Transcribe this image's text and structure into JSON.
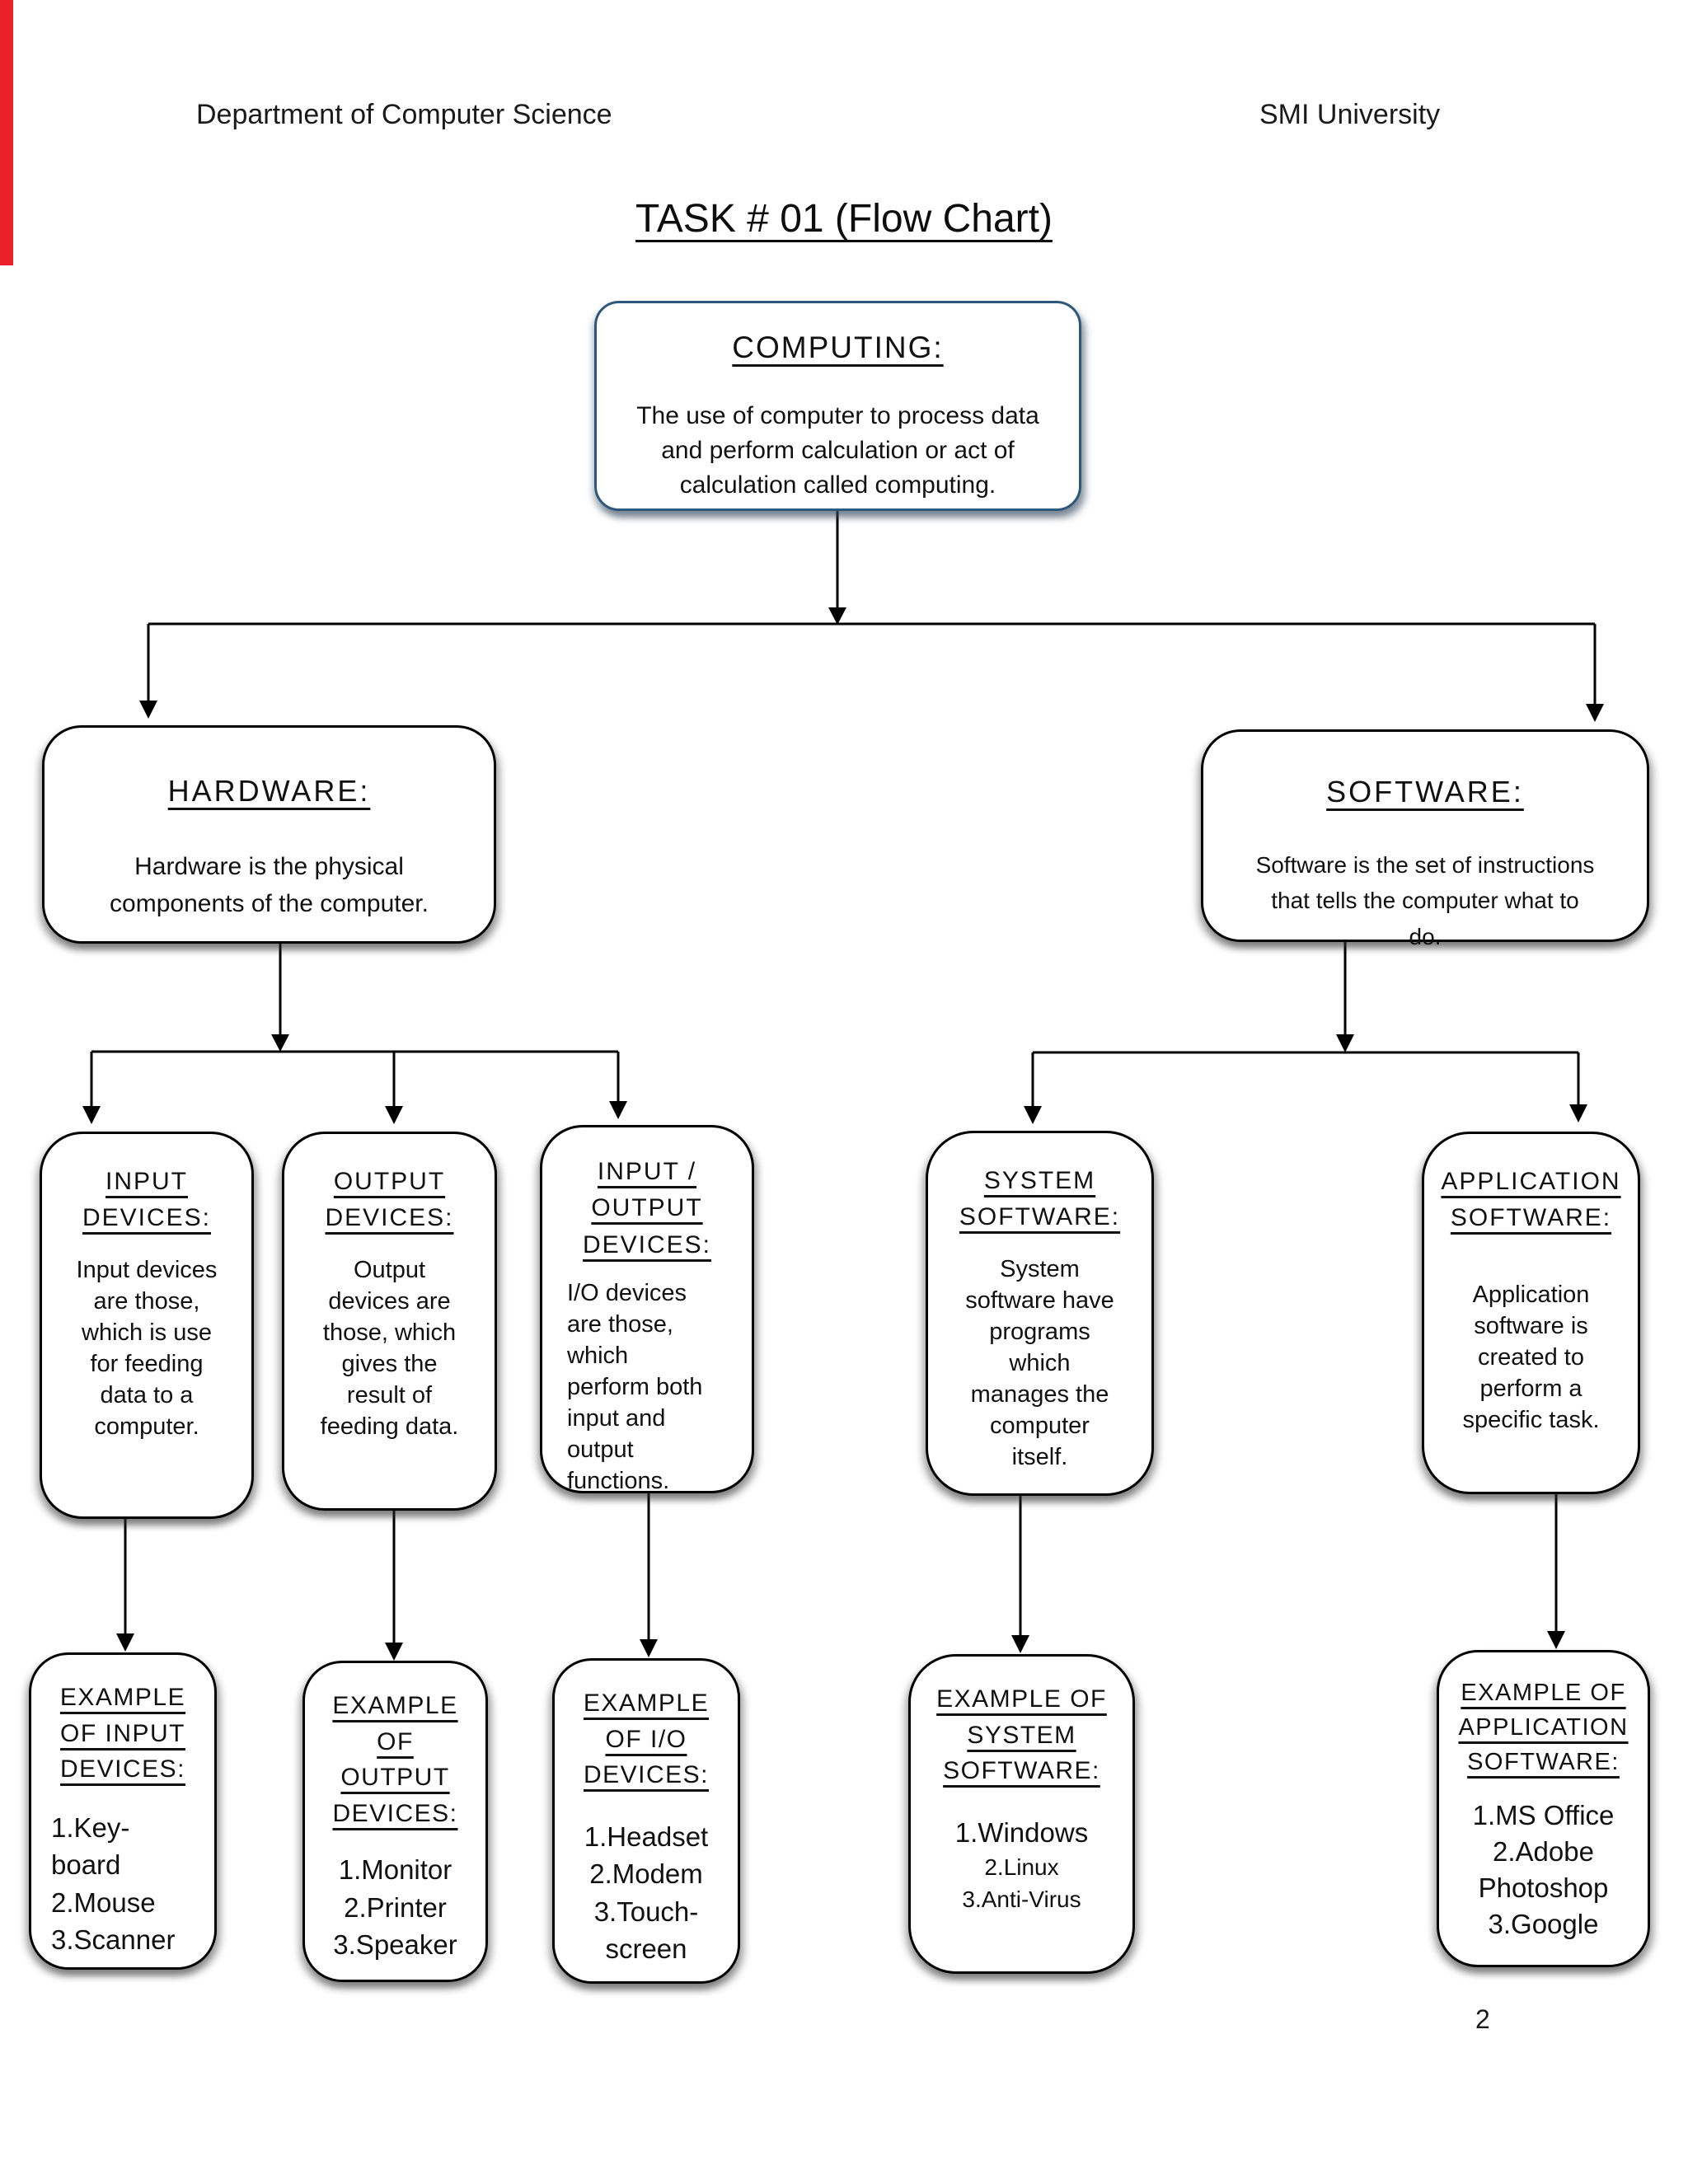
{
  "page": {
    "header_left": "Department of Computer Science",
    "header_right": "SMI University",
    "title": "TASK # 01 (Flow Chart)",
    "page_number": "2",
    "accent_bar_color": "#ec2127",
    "computing_border_color": "#2e587a",
    "box_border_color": "#000000"
  },
  "nodes": {
    "computing": {
      "heading": "COMPUTING:",
      "body": "The use of computer to process data\nand perform calculation or act of\ncalculation called computing."
    },
    "hardware": {
      "heading": "HARDWARE:",
      "body": "Hardware is the physical\ncomponents of the computer."
    },
    "software": {
      "heading": "SOFTWARE:",
      "body": "Software is the set of instructions\nthat tells the computer what to\ndo."
    },
    "input_devices": {
      "heading": "INPUT\nDEVICES:",
      "body": "Input devices\nare those,\nwhich is use\nfor feeding\ndata to a\ncomputer."
    },
    "output_devices": {
      "heading": "OUTPUT\nDEVICES:",
      "body": "Output\ndevices are\nthose, which\ngives the\nresult of\nfeeding data."
    },
    "io_devices": {
      "heading": "INPUT /\nOUTPUT\nDEVICES:",
      "body": "I/O devices\nare those,\nwhich\nperform both\ninput and\noutput\nfunctions."
    },
    "system_software": {
      "heading": "SYSTEM\nSOFTWARE:",
      "body": "System\nsoftware have\nprograms\nwhich\nmanages the\ncomputer\nitself."
    },
    "application_software": {
      "heading": "APPLICATION\nSOFTWARE:",
      "body": "Application\nsoftware is\ncreated to\nperform a\nspecific task."
    },
    "example_input_devices": {
      "heading": "EXAMPLE\nOF INPUT\nDEVICES:",
      "items": [
        "1.Key-\nboard",
        "2.Mouse",
        "3.Scanner"
      ]
    },
    "example_output_devices": {
      "heading": "EXAMPLE\nOF\nOUTPUT\nDEVICES:",
      "items": [
        "1.Monitor",
        "2.Printer",
        "3.Speaker"
      ]
    },
    "example_io_devices": {
      "heading": "EXAMPLE\nOF I/O\nDEVICES:",
      "items": [
        "1.Headset",
        "2.Modem",
        "3.Touch-\nscreen"
      ]
    },
    "example_system_software": {
      "heading": "EXAMPLE OF\nSYSTEM\nSOFTWARE:",
      "items": [
        "1.Windows",
        "2.Linux",
        "3.Anti-Virus"
      ]
    },
    "example_application_software": {
      "heading": "EXAMPLE OF\nAPPLICATION\nSOFTWARE:",
      "items": [
        "1.MS Office",
        "2.Adobe\nPhotoshop",
        "3.Google"
      ]
    }
  },
  "edges": [
    {
      "from": "computing",
      "to": "hardware"
    },
    {
      "from": "computing",
      "to": "software"
    },
    {
      "from": "hardware",
      "to": "input_devices"
    },
    {
      "from": "hardware",
      "to": "output_devices"
    },
    {
      "from": "hardware",
      "to": "io_devices"
    },
    {
      "from": "software",
      "to": "system_software"
    },
    {
      "from": "software",
      "to": "application_software"
    },
    {
      "from": "input_devices",
      "to": "example_input_devices"
    },
    {
      "from": "output_devices",
      "to": "example_output_devices"
    },
    {
      "from": "io_devices",
      "to": "example_io_devices"
    },
    {
      "from": "system_software",
      "to": "example_system_software"
    },
    {
      "from": "application_software",
      "to": "example_application_software"
    }
  ]
}
